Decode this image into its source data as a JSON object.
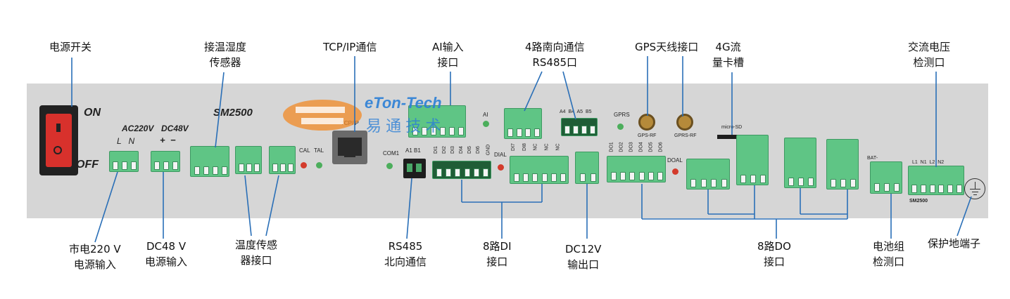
{
  "labels": {
    "power_switch": [
      "电源开关"
    ],
    "temp_humidity_sensor": [
      "接温湿度",
      "传感器"
    ],
    "tcpip_comm": [
      "TCP/IP通信"
    ],
    "ai_input": [
      "AI输入",
      "接口"
    ],
    "rs485_south": [
      "4路南向通信",
      "RS485口"
    ],
    "gps_antenna": [
      "GPS天线接口"
    ],
    "card_slot_4g": [
      "4G流",
      "量卡槽"
    ],
    "ac_voltage_detect": [
      "交流电压",
      "检测口"
    ],
    "ac220_input": [
      "市电220 V",
      "电源输入"
    ],
    "dc48_input": [
      "DC48 V",
      "电源输入"
    ],
    "temp_sensor_port": [
      "温度传感",
      "器接口"
    ],
    "rs485_north": [
      "RS485",
      "北向通信"
    ],
    "di_8ch": [
      "8路DI",
      "接口"
    ],
    "dc12_output": [
      "DC12V",
      "输出口"
    ],
    "do_8ch": [
      "8路DO",
      "接口"
    ],
    "battery_detect": [
      "电池组",
      "检测口"
    ],
    "ground_terminal": [
      "保护地端子"
    ]
  },
  "panel": {
    "model": "SM2500",
    "switch_on": "ON",
    "switch_off": "OFF",
    "ac_label": "AC220V",
    "ac_pins": "L   N",
    "dc_label": "DC48V",
    "dc_pins": "+  −",
    "tcpip": "TCP/IP",
    "com1": "COM1",
    "a1b1": "A1  B1",
    "ai": "AI",
    "di_pins": [
      "DI1",
      "DI2",
      "DI3",
      "DI4",
      "DI5",
      "DI6",
      "GND"
    ],
    "dial": "DIAL",
    "di2_pins": [
      "DI7",
      "DI8",
      "NC",
      "NC",
      "NC"
    ],
    "south_pins": "A4  B4  A5  B5",
    "gprs": "GPRS",
    "gps_rf": "GPS-RF",
    "gprs_rf": "GPRS-RF",
    "micro_sd": "micro-SD",
    "do_pins": [
      "DO1",
      "DO2",
      "DO3",
      "DO4",
      "DO5",
      "DO6"
    ],
    "doal": "DOAL",
    "ac_detect_pins": "L1  N1  L2  N2",
    "bat": "BAT-",
    "cal": "CAL",
    "tal": "TAL",
    "model_small": "SM2500"
  },
  "watermark": {
    "brand": "eTon-Tech",
    "brand_cn": "易 通 技 术"
  }
}
